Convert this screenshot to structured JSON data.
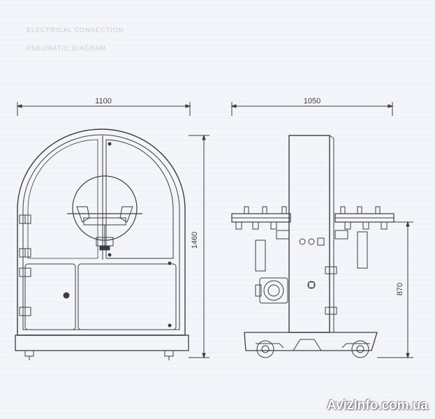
{
  "header_lines": [
    "ELECTRICAL CONNECTION",
    "PNEUMATIC DIAGRAM"
  ],
  "dimensions": {
    "front_width": "1100",
    "side_width": "1050",
    "total_height": "1460",
    "table_height": "870"
  },
  "watermark": "AvizInfo.com.ua",
  "colors": {
    "line": "#3a3d45",
    "paper": "#f4f5f8"
  }
}
